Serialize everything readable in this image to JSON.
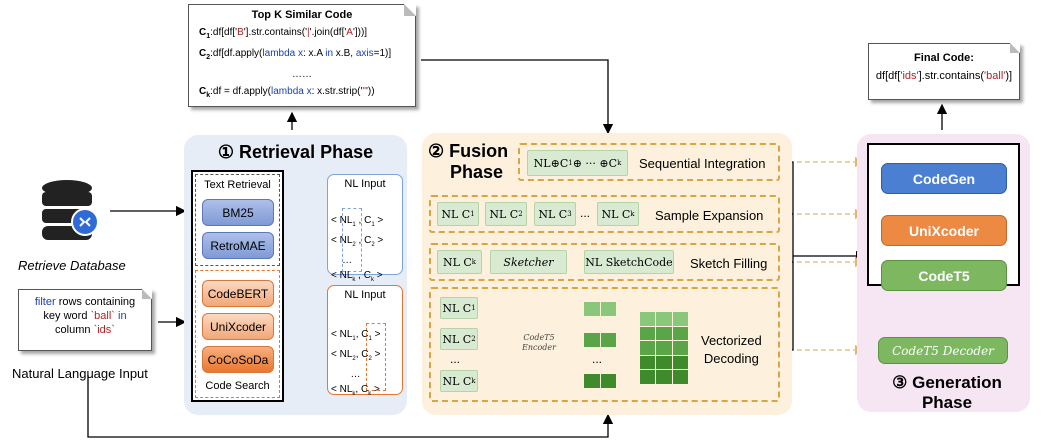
{
  "retrieval": {
    "title": "① Retrieval Phase",
    "text_retrieval": "Text Retrieval",
    "bm25": "BM25",
    "retromae": "RetroMAE",
    "codebert": "CodeBERT",
    "unixcoder": "UniXcoder",
    "cocosoda": "CoCoSoDa",
    "code_search": "Code Search",
    "nl_input_top": "NL Input",
    "nl_input_bottom": "NL Input"
  },
  "database_label": "Retrieve Database",
  "nl_input_label": "Natural Language Input",
  "query": {
    "w1": "filter",
    "w2": " rows containing",
    "w3": "key word ",
    "w4": "`ball`",
    "w5": " in",
    "w6": "column ",
    "w7": "`ids`"
  },
  "topk": {
    "title": "Top K Similar Code",
    "dots": "……"
  },
  "fusion": {
    "title_line1": "② Fusion",
    "title_line2": "Phase",
    "sequential": "Sequential Integration",
    "sample": "Sample Expansion",
    "sketch": "Sketch Filling",
    "vectorized_1": "Vectorized",
    "vectorized_2": "Decoding",
    "sketcher": "Sketcher",
    "sketchcode": "NL SketchCode",
    "encoder_1": "CodeT5",
    "encoder_2": "Encoder",
    "ellipsis": "...",
    "dots": "..."
  },
  "generation": {
    "title_line1": "③ Generation",
    "title_line2": "Phase",
    "codegen": "CodeGen",
    "unixcoder": "UniXcoder",
    "codet5": "CodeT5",
    "decoder": "CodeT5 Decoder"
  },
  "final": {
    "title": "Final Code:",
    "code_a": "df[df[",
    "code_b": "'ids'",
    "code_c": "].str.contains(",
    "code_d": "'ball'",
    "code_e": ")]"
  },
  "colors": {
    "retrieval_bg": "#e6edf7",
    "fusion_bg": "#fdf0dc",
    "generation_bg": "#f6e6f3",
    "codegen": "#4a7fd1",
    "unixcoder": "#ec8a44",
    "codet5": "#7db860"
  }
}
